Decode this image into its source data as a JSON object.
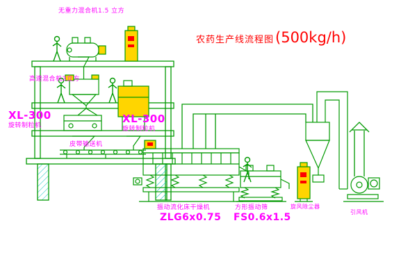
{
  "diagram_type": "process-flow-diagram",
  "title": {
    "name": "农药生产线流程图",
    "capacity": "(500kg/h)"
  },
  "equipment_labels": {
    "gravity_free_mixer": "无重力混合机1.5 立方",
    "high_speed_mixer": "高速混合机3立方",
    "granulator_left_model": "XL-300",
    "granulator_left_name": "旋转制粒机",
    "granulator_center_model": "XL-300",
    "granulator_center_name": "旋转制粒机",
    "belt_conveyor": "皮带输送机",
    "fluid_bed_dryer": "振动流化床干燥机",
    "fluid_bed_dryer_model": "ZLG6x0.75",
    "vibrating_screen": "方形振动筛",
    "vibrating_screen_model": "FS0.6x1.5",
    "cyclone_dust_collector": "旋风除尘器",
    "induced_draft_fan": "引风机"
  },
  "colors": {
    "line_green": "#009900",
    "equipment_yellow": "#FFD500",
    "label_magenta": "#FF00FF",
    "title_red": "#FF0000",
    "hatch_cyan": "#00BDBD",
    "background": "#FFFFFF"
  }
}
